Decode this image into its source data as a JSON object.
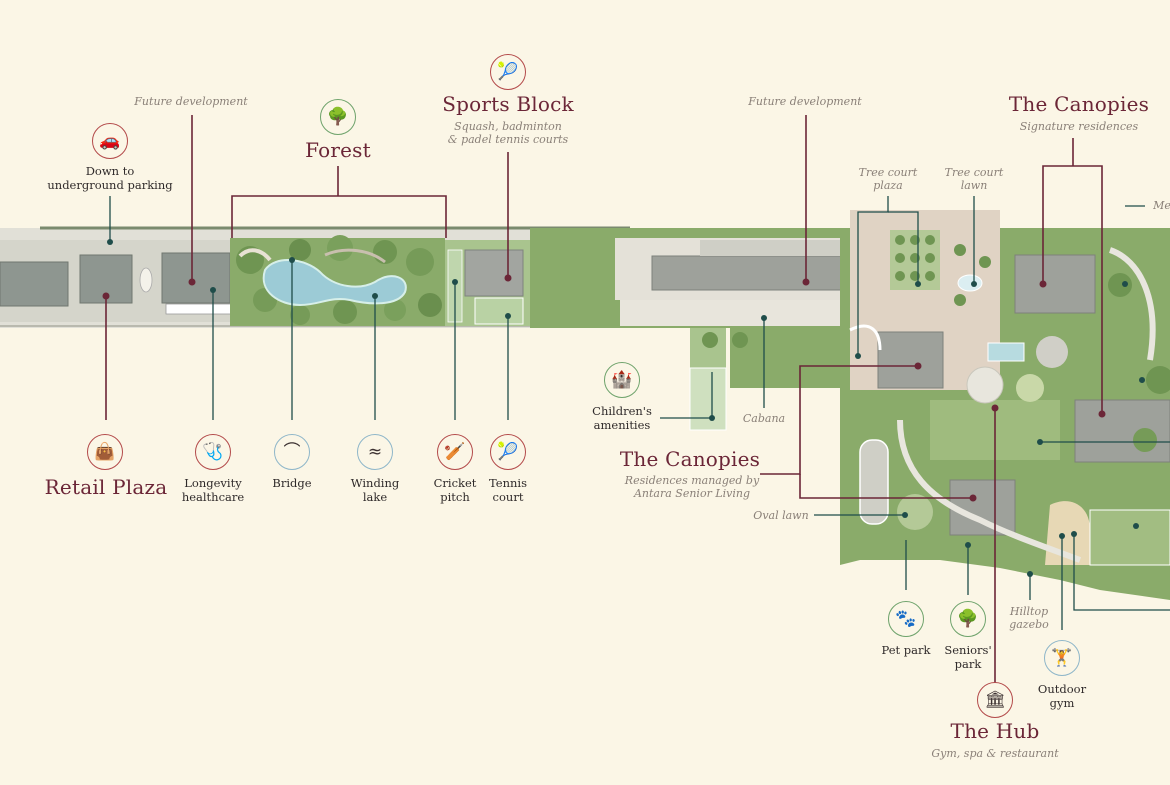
{
  "labels": {
    "retail_plaza": "Retail Plaza",
    "forest": "Forest",
    "sports_block": "Sports Block",
    "sports_block_sub": "Squash, badminton",
    "sports_block_sub2": "& padel tennis courts",
    "canopies_top": "The Canopies",
    "canopies_top_sub": "Signature residences",
    "canopies_mid": "The Canopies",
    "canopies_mid_sub": "Residences managed by",
    "canopies_mid_sub2": "Antara Senior Living",
    "hub": "The Hub",
    "hub_sub": "Gym, spa & restaurant",
    "future_dev_left": "Future development",
    "future_dev_right": "Future development",
    "parking_1": "Down to",
    "parking_2": "underground parking",
    "longevity_1": "Longevity",
    "longevity_2": "healthcare",
    "bridge": "Bridge",
    "lake_1": "Winding",
    "lake_2": "lake",
    "cricket_1": "Cricket",
    "cricket_2": "pitch",
    "tennis_1": "Tennis",
    "tennis_2": "court",
    "children_1": "Children's",
    "children_2": "amenities",
    "cabana": "Cabana",
    "oval_lawn": "Oval lawn",
    "tree_plaza_1": "Tree court",
    "tree_plaza_2": "plaza",
    "tree_lawn_1": "Tree court",
    "tree_lawn_2": "lawn",
    "pet_park": "Pet park",
    "seniors_1": "Seniors'",
    "seniors_2": "park",
    "gazebo_1": "Hilltop",
    "gazebo_2": "gazebo",
    "gym_1": "Outdoor",
    "gym_2": "gym",
    "cut_off_right": "Me"
  },
  "icons": [
    {
      "id": "parking-car-icon",
      "glyph": "🚗"
    },
    {
      "id": "forest-tree-icon",
      "glyph": "🌳"
    },
    {
      "id": "tennis-racket-icon",
      "glyph": "🎾"
    },
    {
      "id": "shopping-bag-icon",
      "glyph": "👜"
    },
    {
      "id": "stethoscope-icon",
      "glyph": "🩺"
    },
    {
      "id": "bridge-icon",
      "glyph": "⌒"
    },
    {
      "id": "lake-icon",
      "glyph": "≈"
    },
    {
      "id": "cricket-bat-icon",
      "glyph": "🏏"
    },
    {
      "id": "tennis-court-icon",
      "glyph": "🎾"
    },
    {
      "id": "children-castle-icon",
      "glyph": "🏰"
    },
    {
      "id": "paw-icon",
      "glyph": "🐾"
    },
    {
      "id": "park-bench-icon",
      "glyph": "🌳"
    },
    {
      "id": "dumbbell-icon",
      "glyph": "🏋"
    },
    {
      "id": "hub-building-icon",
      "glyph": "🏛"
    }
  ],
  "colors": {
    "background": "#fbf6e6",
    "label_maroon": "#6b2637",
    "leader_line": "#6b2637",
    "leader_teal": "#1f4d4a",
    "icon_red": "#b34a4a",
    "icon_green": "#6fa36c",
    "landscape_green": "#8aab6a",
    "building_grey": "#9ea19b",
    "water_blue": "#9ccbd6"
  }
}
